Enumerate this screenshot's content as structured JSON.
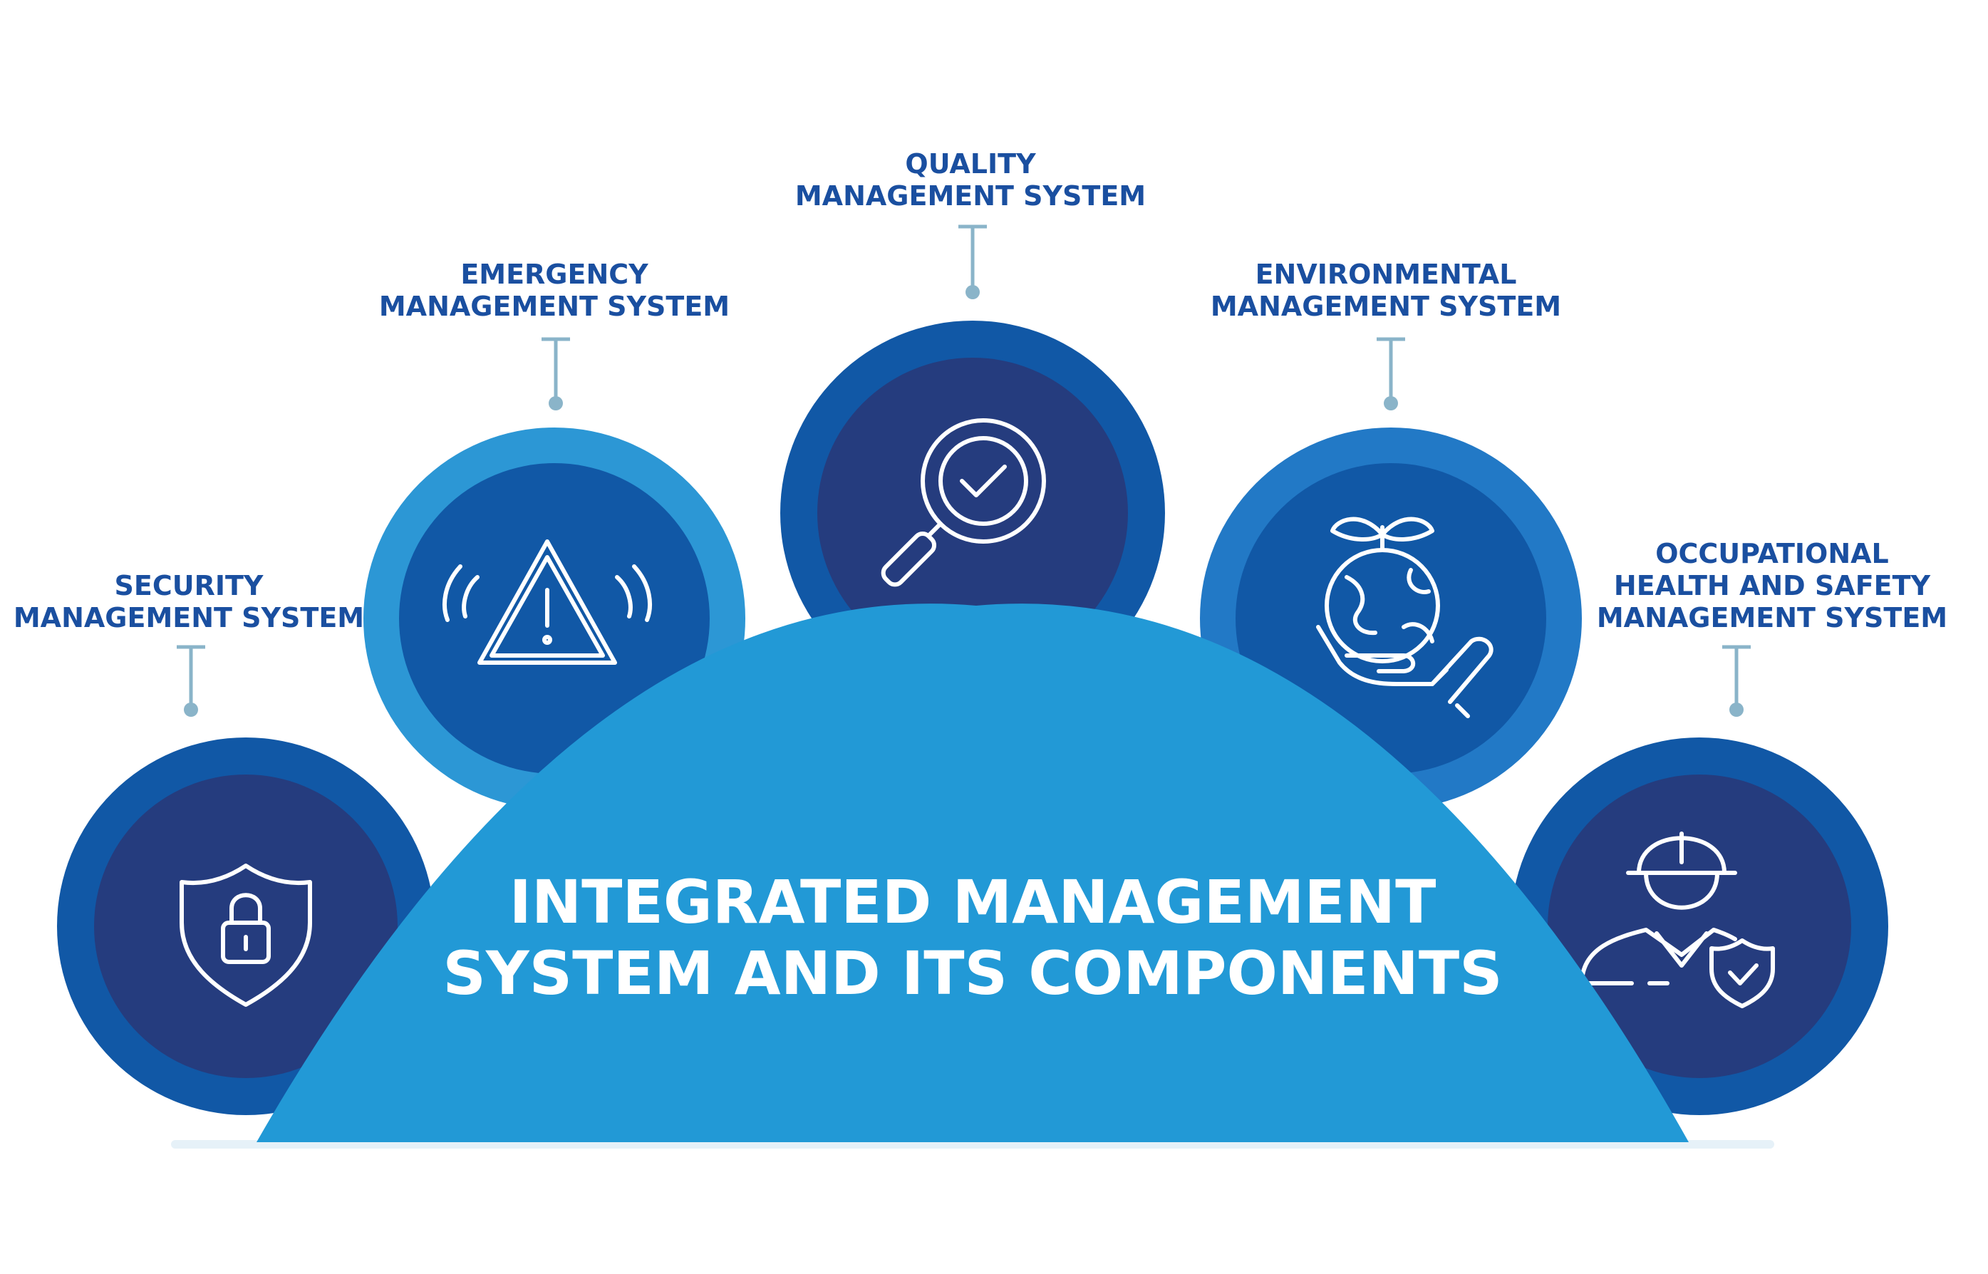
{
  "title": {
    "line1": "INTEGRATED MANAGEMENT",
    "line2": "SYSTEM AND ITS COMPONENTS"
  },
  "components": [
    {
      "id": "security",
      "line1": "SECURITY",
      "line2": "MANAGEMENT SYSTEM",
      "icon": "shield-lock-icon"
    },
    {
      "id": "emergency",
      "line1": "EMERGENCY",
      "line2": "MANAGEMENT SYSTEM",
      "icon": "warning-triangle-icon"
    },
    {
      "id": "quality",
      "line1": "QUALITY",
      "line2": "MANAGEMENT SYSTEM",
      "icon": "magnifier-check-icon"
    },
    {
      "id": "environmental",
      "line1": "ENVIRONMENTAL",
      "line2": "MANAGEMENT SYSTEM",
      "icon": "globe-hand-icon"
    },
    {
      "id": "ohs",
      "line1": "OCCUPATIONAL",
      "line2": "HEALTH AND SAFETY",
      "line3": "MANAGEMENT SYSTEM",
      "icon": "worker-shield-icon"
    }
  ],
  "colors": {
    "dome": "#2299d6",
    "navy_inner": "#253c7e",
    "ring_blue": "#1158a6",
    "ring_light": "#2c97d5",
    "label": "#1a4fa0",
    "connector": "#8ab4c9"
  }
}
